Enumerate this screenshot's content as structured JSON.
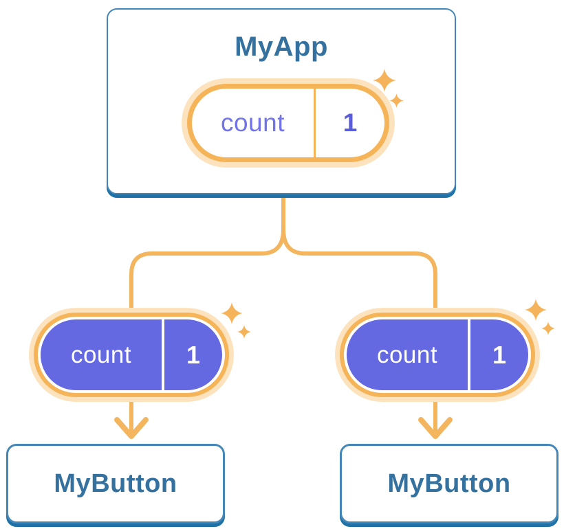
{
  "colors": {
    "accent_orange": "#F3B55E",
    "pill_halo": "#FCE3BE",
    "pill_ring": "#F6B459",
    "state_fill_purple": "#6468E1",
    "state_label_purple": "#7173E6",
    "state_value_purple": "#5A5DDA",
    "component_text_blue": "#35719F",
    "card_border_blue": "#4486B6",
    "card_shadow_blue": "#1F72A7"
  },
  "root": {
    "title": "MyApp",
    "state": {
      "label": "count",
      "value": "1"
    }
  },
  "children": [
    {
      "title": "MyButton",
      "prop": {
        "label": "count",
        "value": "1"
      }
    },
    {
      "title": "MyButton",
      "prop": {
        "label": "count",
        "value": "1"
      }
    }
  ]
}
